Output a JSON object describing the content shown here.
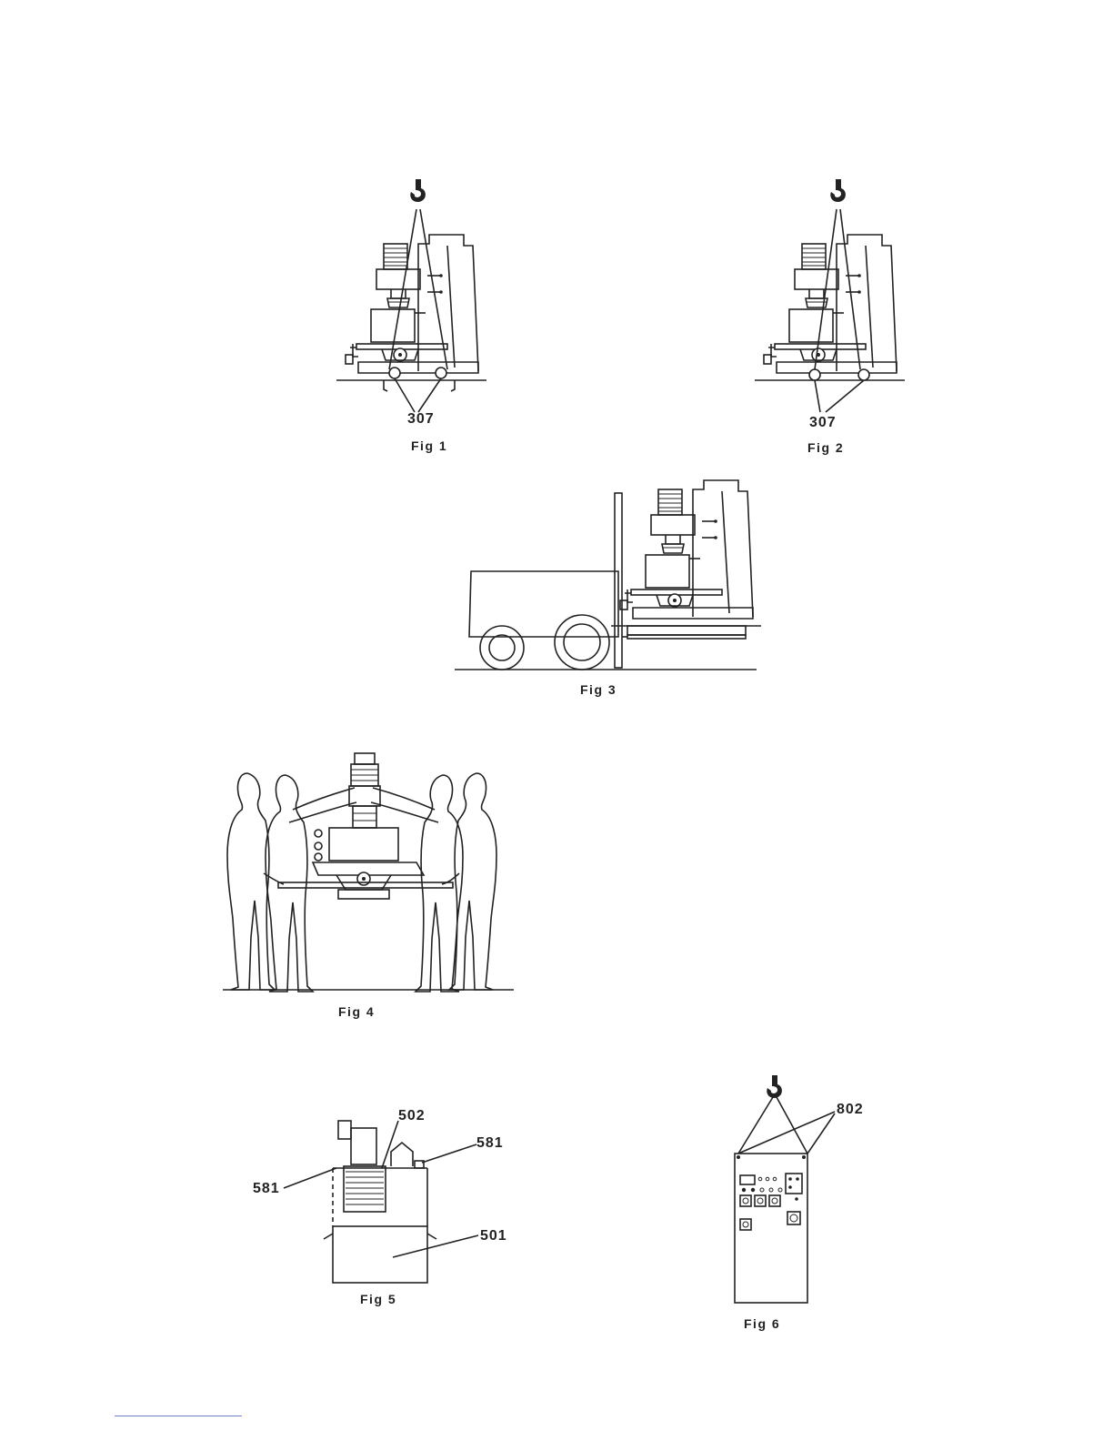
{
  "figures": [
    {
      "id": "fig1",
      "label": "Fig 1",
      "callouts": [
        "307"
      ]
    },
    {
      "id": "fig2",
      "label": "Fig 2",
      "callouts": [
        "307"
      ]
    },
    {
      "id": "fig3",
      "label": "Fig 3",
      "callouts": []
    },
    {
      "id": "fig4",
      "label": "Fig 4",
      "callouts": []
    },
    {
      "id": "fig5",
      "label": "Fig 5",
      "callouts": [
        "502",
        "581",
        "581",
        "501"
      ]
    },
    {
      "id": "fig6",
      "label": "Fig 6",
      "callouts": [
        "802"
      ]
    }
  ]
}
